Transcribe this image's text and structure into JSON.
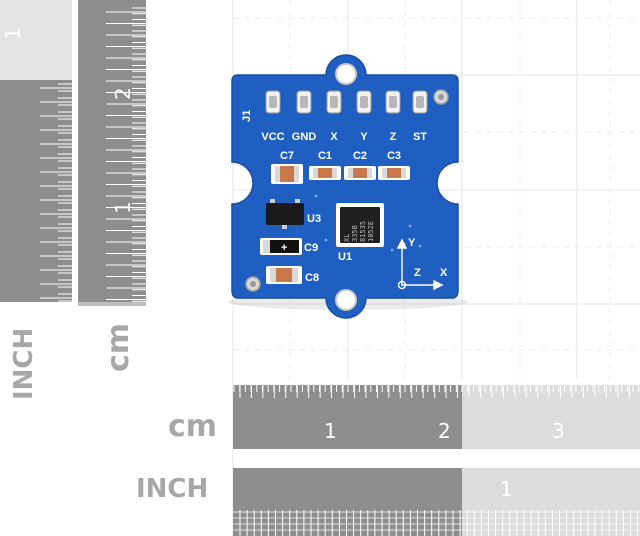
{
  "scene": {
    "vertical_ruler": {
      "inch_label": "INCH",
      "cm_label": "cm",
      "inch_ticks": [
        "1"
      ],
      "cm_ticks": [
        "2",
        "1"
      ]
    },
    "horizontal_ruler": {
      "cm_label": "cm",
      "inch_label": "INCH",
      "cm_ticks": [
        "1",
        "2",
        "3"
      ],
      "inch_ticks": [
        "1"
      ]
    },
    "board": {
      "color": "#1f5fc1",
      "header_ref": "J1",
      "pins": [
        "VCC",
        "GND",
        "X",
        "Y",
        "Z",
        "ST"
      ],
      "caps": [
        "C7",
        "C1",
        "C2",
        "C3"
      ],
      "regulator": "U3",
      "chip": "U1",
      "chip_marking": [
        "XL",
        "335B",
        "81535",
        "1052E"
      ],
      "lower_caps": [
        "C9",
        "C8"
      ],
      "axes": [
        "Y",
        "Z",
        "X"
      ]
    }
  }
}
